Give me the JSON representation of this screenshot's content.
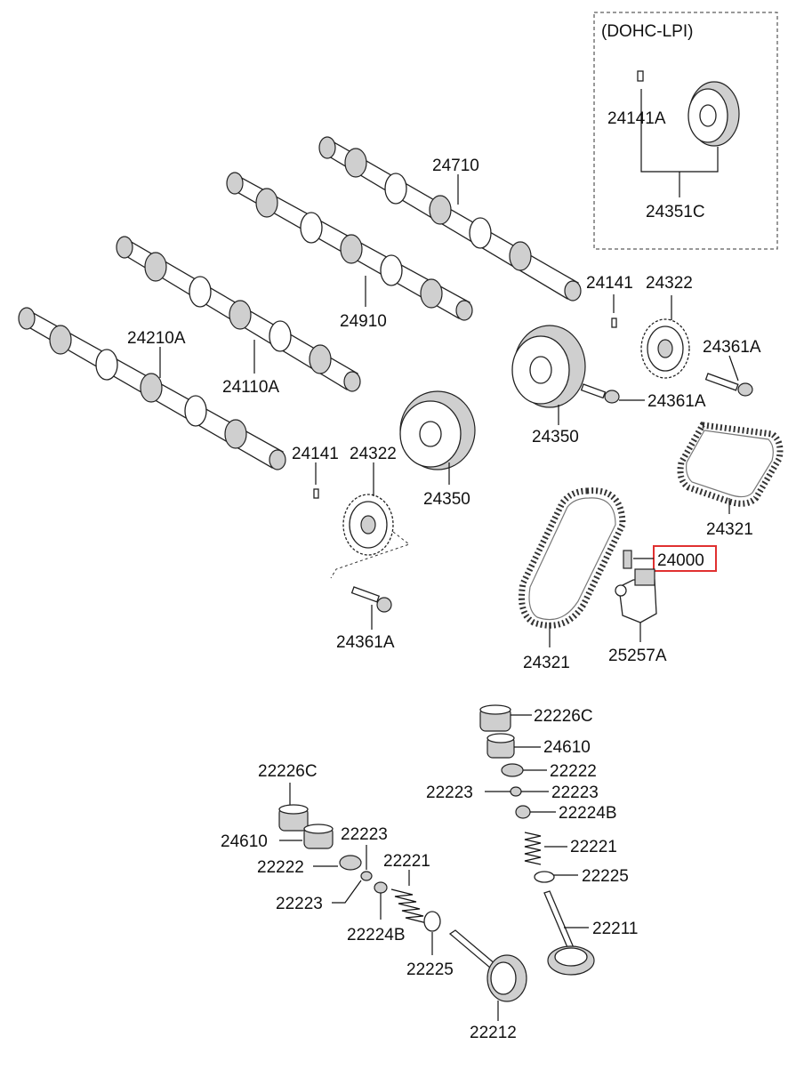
{
  "diagram": {
    "inset_title": "(DOHC-LPI)",
    "highlight_color": "#e03030",
    "labels": {
      "p24141A": "24141A",
      "p24351C": "24351C",
      "p24710": "24710",
      "p24910": "24910",
      "p24110A": "24110A",
      "p24210A": "24210A",
      "p24141_top": "24141",
      "p24322_top": "24322",
      "p24361A_right": "24361A",
      "p24361A_mid": "24361A",
      "p24350_top": "24350",
      "p24141_left": "24141",
      "p24322_left": "24322",
      "p24350_left": "24350",
      "p24321_right": "24321",
      "p24000": "24000",
      "p24361A_bottom": "24361A",
      "p24321_bottom": "24321",
      "p25257A": "25257A",
      "p22226C_right": "22226C",
      "p24610_right": "24610",
      "p22222_right": "22222",
      "p22223_r_left": "22223",
      "p22223_r_right": "22223",
      "p22224B_right": "22224B",
      "p22221_right": "22221",
      "p22225_right": "22225",
      "p22211": "22211",
      "p22226C_left": "22226C",
      "p24610_left": "24610",
      "p22223_l_top": "22223",
      "p22222_left": "22222",
      "p22221_left": "22221",
      "p22223_l_bottom": "22223",
      "p22224B_left": "22224B",
      "p22225_left": "22225",
      "p22212": "22212"
    }
  }
}
